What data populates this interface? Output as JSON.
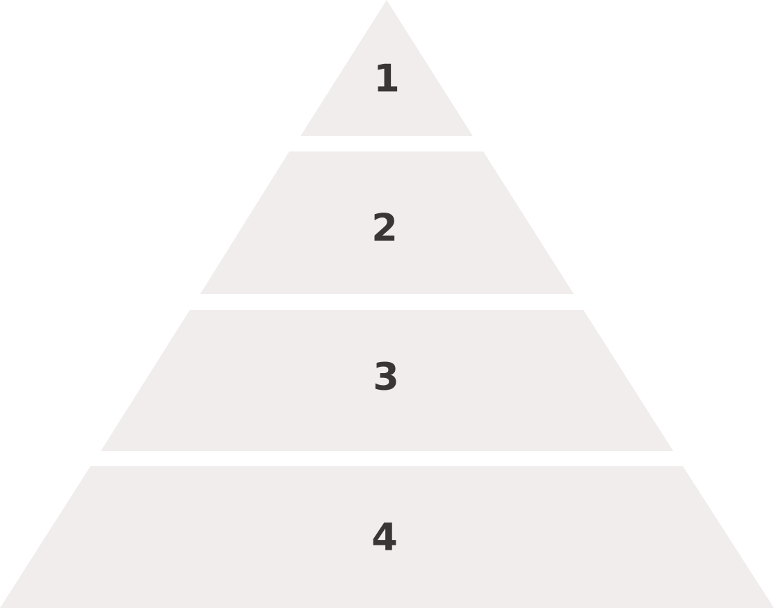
{
  "colors": {
    "background": "#ffffff",
    "tier_fill": "#f0edec",
    "label_text": "#3a3636"
  },
  "pyramid": {
    "tiers": [
      {
        "label": "1"
      },
      {
        "label": "2"
      },
      {
        "label": "3"
      },
      {
        "label": "4"
      }
    ]
  }
}
